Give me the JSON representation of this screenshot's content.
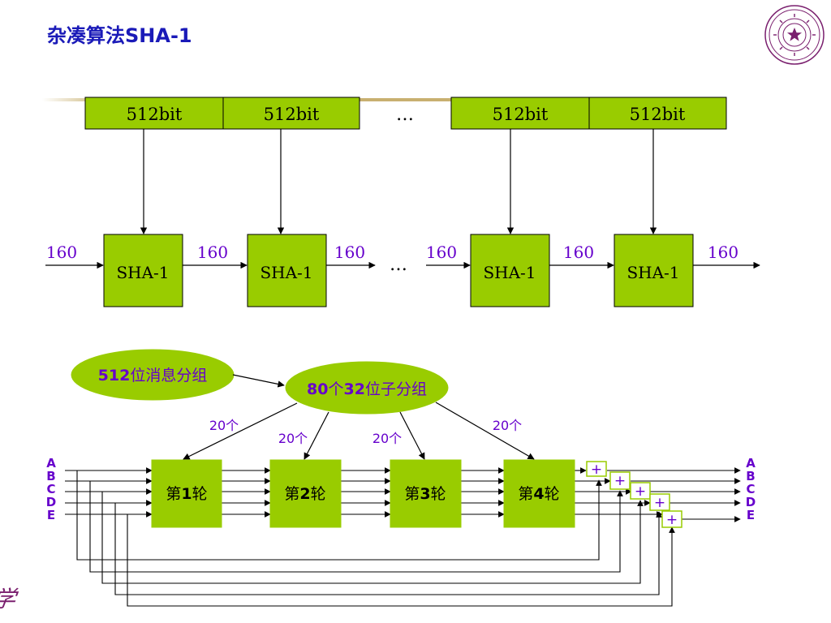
{
  "slide": {
    "title": "杂凑算法SHA-1"
  },
  "colors": {
    "title": "#1a1ab8",
    "box_fill": "#99cc00",
    "ellipse_fill": "#99cc00",
    "purple_text": "#6600cc",
    "line": "#000000"
  },
  "message_blocks": [
    {
      "label": "512bit"
    },
    {
      "label": "512bit"
    },
    {
      "label": "512bit"
    },
    {
      "label": "512bit"
    }
  ],
  "ellipsis": "…",
  "chain_labels": [
    "160",
    "160",
    "160",
    "160",
    "160",
    "160"
  ],
  "sha_boxes": [
    {
      "label": "SHA-1"
    },
    {
      "label": "SHA-1"
    },
    {
      "label": "SHA-1"
    },
    {
      "label": "SHA-1"
    }
  ],
  "message_group": {
    "prefix": "512",
    "suffix": "位消息分组"
  },
  "sub_groups": {
    "n1": "80",
    "mid": "个",
    "n2": "32",
    "suffix": "位子分组"
  },
  "round_counts": [
    "20个",
    "20个",
    "20个",
    "20个"
  ],
  "rounds": [
    {
      "pre": "第",
      "num": "1",
      "post": "轮"
    },
    {
      "pre": "第",
      "num": "2",
      "post": "轮"
    },
    {
      "pre": "第",
      "num": "3",
      "post": "轮"
    },
    {
      "pre": "第",
      "num": "4",
      "post": "轮"
    }
  ],
  "registers": [
    "A",
    "B",
    "C",
    "D",
    "E"
  ],
  "adder_symbol": "+",
  "logo_text": "清華大学",
  "seal": {
    "icon": "tsinghua-seal-icon"
  }
}
